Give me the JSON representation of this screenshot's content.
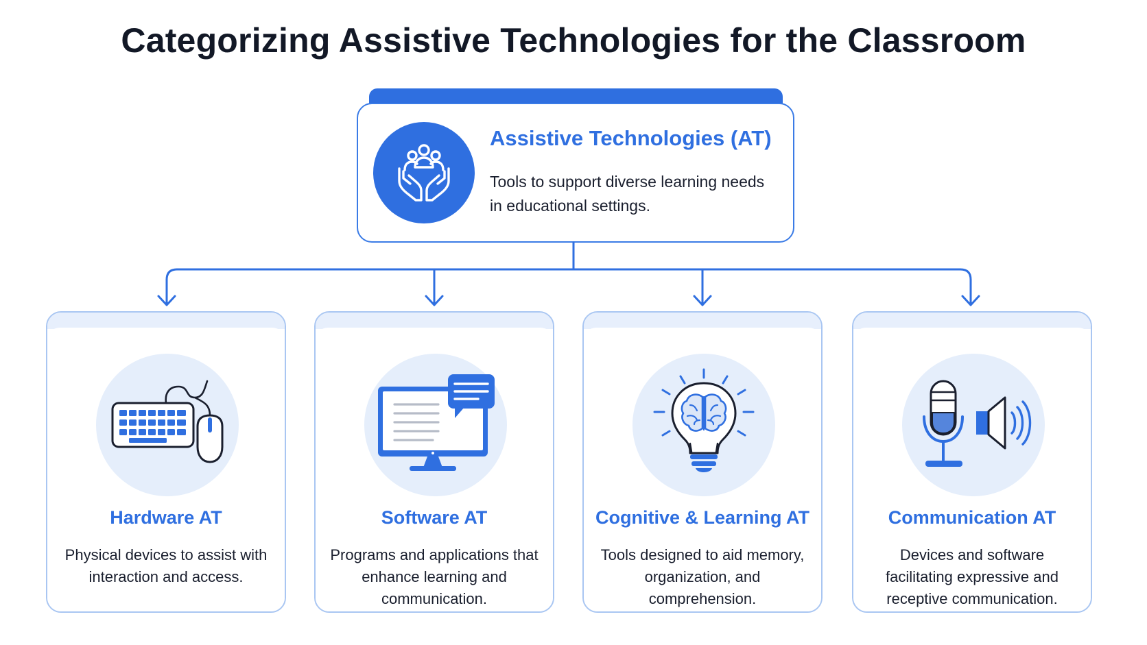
{
  "title": "Categorizing Assistive Technologies for the Classroom",
  "colors": {
    "accent": "#2f6fe0",
    "card_border": "#a9c6f2",
    "icon_bg": "#e5eefb",
    "text": "#1a1f2e"
  },
  "root": {
    "title": "Assistive Technologies (AT)",
    "description": "Tools to support diverse learning needs in educational settings.",
    "icon": "hands-holding-people-icon"
  },
  "categories": [
    {
      "title": "Hardware AT",
      "description": "Physical devices to assist with interaction and access.",
      "icon": "keyboard-mouse-icon"
    },
    {
      "title": "Software AT",
      "description": "Programs and applications that enhance learning and communication.",
      "icon": "monitor-chat-icon"
    },
    {
      "title": "Cognitive & Learning AT",
      "description": "Tools designed to aid memory, organization, and comprehension.",
      "icon": "lightbulb-brain-icon"
    },
    {
      "title": "Communication AT",
      "description": "Devices and software facilitating expressive and receptive communication.",
      "icon": "microphone-speaker-icon"
    }
  ]
}
